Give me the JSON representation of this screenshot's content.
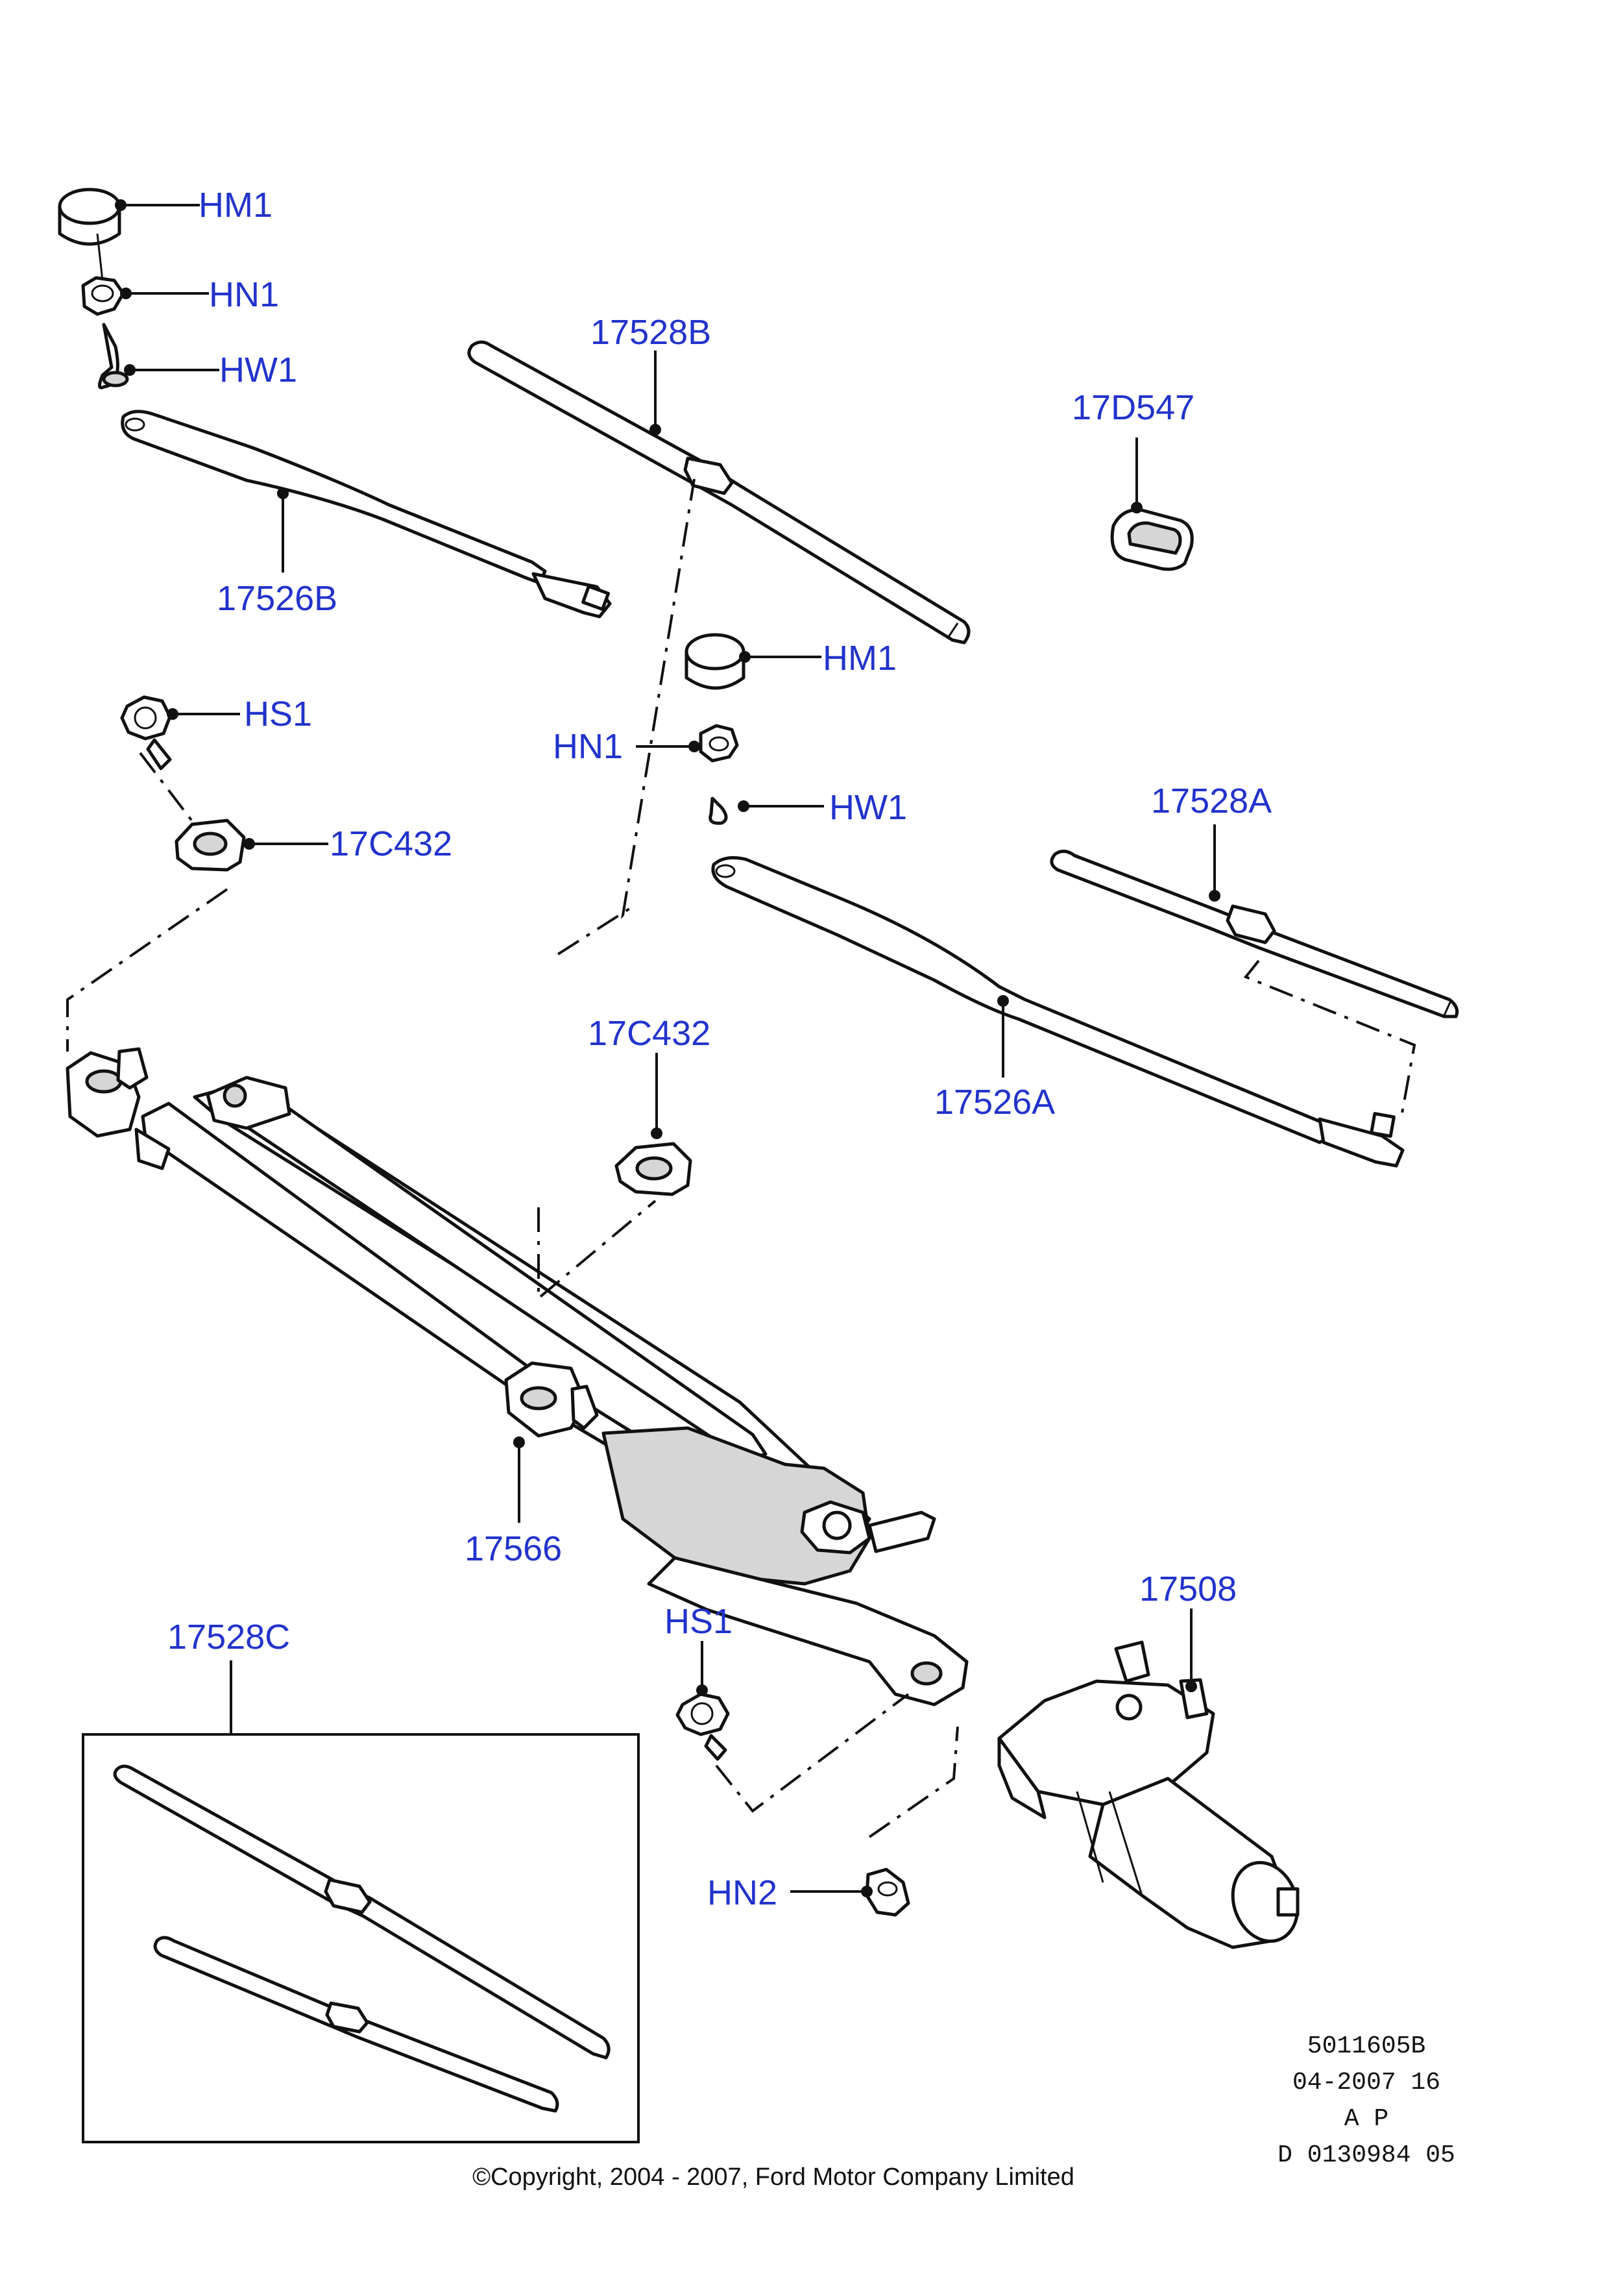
{
  "callouts": {
    "hm1_top": "HM1",
    "hn1_top": "HN1",
    "hw1_top": "HW1",
    "arm_left": "17526B",
    "blade_left": "17528B",
    "cap": "17D547",
    "hs1_top": "HS1",
    "clip_left": "17C432",
    "hm1_mid": "HM1",
    "hn1_mid": "HN1",
    "hw1_mid": "HW1",
    "blade_right": "17528A",
    "arm_right": "17526A",
    "clip_mid": "17C432",
    "linkage": "17566",
    "blade_kit": "17528C",
    "hs1_bottom": "HS1",
    "motor": "17508",
    "hn2": "HN2"
  },
  "reference_block": [
    "5011605B",
    "04-2007 16",
    "A P",
    "D 0130984 05"
  ],
  "copyright": "©Copyright, 2004 - 2007, Ford Motor Company Limited",
  "colors": {
    "callout": "#2233cc",
    "line": "#111111",
    "background": "#ffffff"
  }
}
